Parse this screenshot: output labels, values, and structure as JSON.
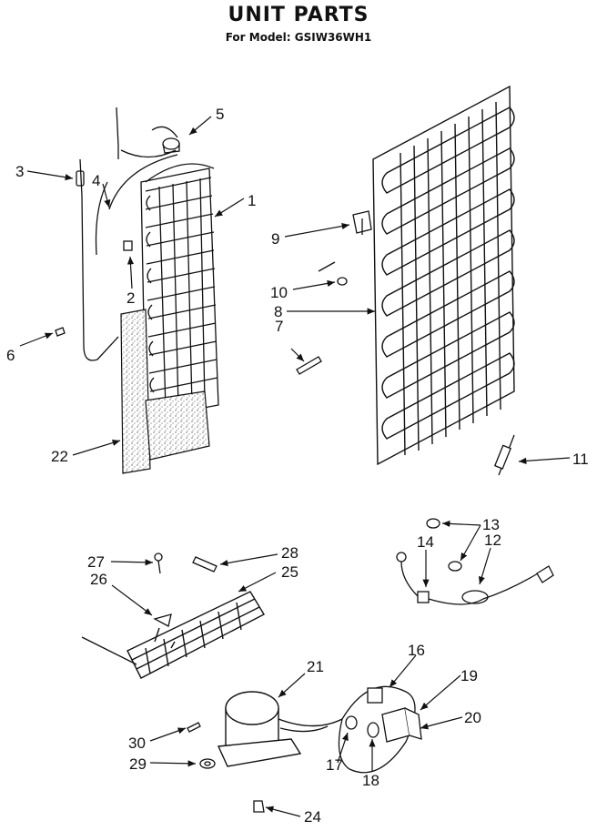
{
  "header": {
    "title": "UNIT PARTS",
    "subtitle": "For Model: GSIW36WH1"
  },
  "callouts": {
    "c1": "1",
    "c2": "2",
    "c3": "3",
    "c4": "4",
    "c5": "5",
    "c6": "6",
    "c7": "7",
    "c8": "8",
    "c9": "9",
    "c10": "10",
    "c11": "11",
    "c12": "12",
    "c13": "13",
    "c14": "14",
    "c16": "16",
    "c17": "17",
    "c18": "18",
    "c19": "19",
    "c20": "20",
    "c21": "21",
    "c22": "22",
    "c24": "24",
    "c25": "25",
    "c26": "26",
    "c27": "27",
    "c28": "28",
    "c29": "29",
    "c30": "30"
  }
}
